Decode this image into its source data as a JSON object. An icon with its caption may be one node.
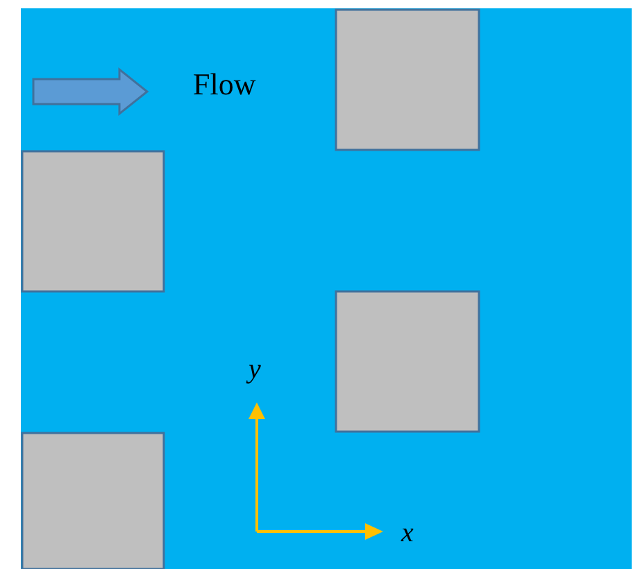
{
  "diagram": {
    "nodes": [
      {
        "text": [],
        "shape": "box"
      },
      {
        "text": [],
        "shape": "box"
      },
      {
        "text": [],
        "shape": "box"
      },
      {
        "text": [],
        "shape": "box"
      }
    ],
    "labels": [
      "Flow",
      "y",
      "x"
    ]
  }
}
